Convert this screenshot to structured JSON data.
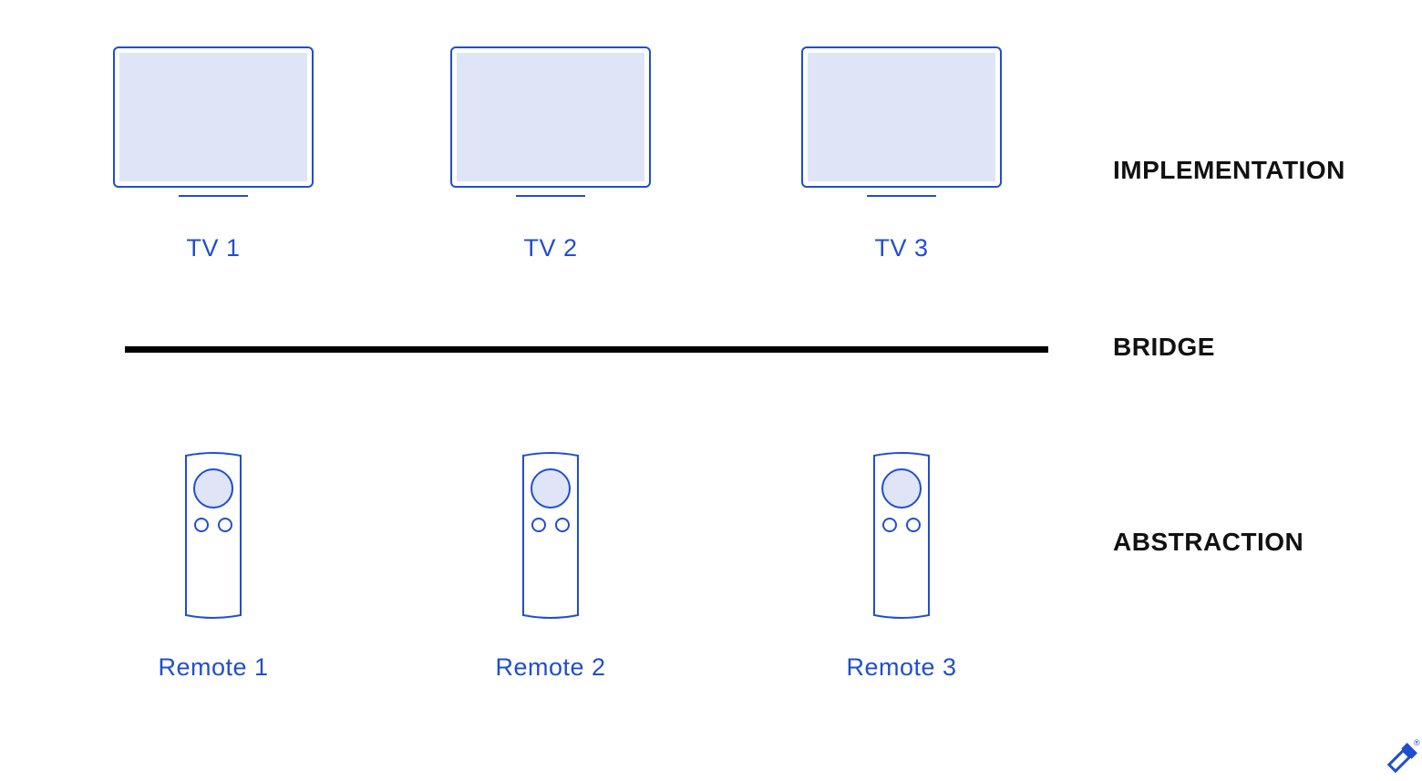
{
  "colors": {
    "accent": "#204ecf",
    "screen_fill": "#dfe5f7",
    "bridge": "#000000",
    "text": "#111111"
  },
  "layers": {
    "implementation": "IMPLEMENTATION",
    "bridge": "BRIDGE",
    "abstraction": "ABSTRACTION"
  },
  "tvs": [
    {
      "label": "TV 1",
      "icon": "tv-icon"
    },
    {
      "label": "TV 2",
      "icon": "tv-icon"
    },
    {
      "label": "TV 3",
      "icon": "tv-icon"
    }
  ],
  "remotes": [
    {
      "label": "Remote 1",
      "icon": "remote-control-icon"
    },
    {
      "label": "Remote 2",
      "icon": "remote-control-icon"
    },
    {
      "label": "Remote 3",
      "icon": "remote-control-icon"
    }
  ],
  "logo": {
    "icon": "toptal-logo-icon",
    "mark": "®"
  }
}
